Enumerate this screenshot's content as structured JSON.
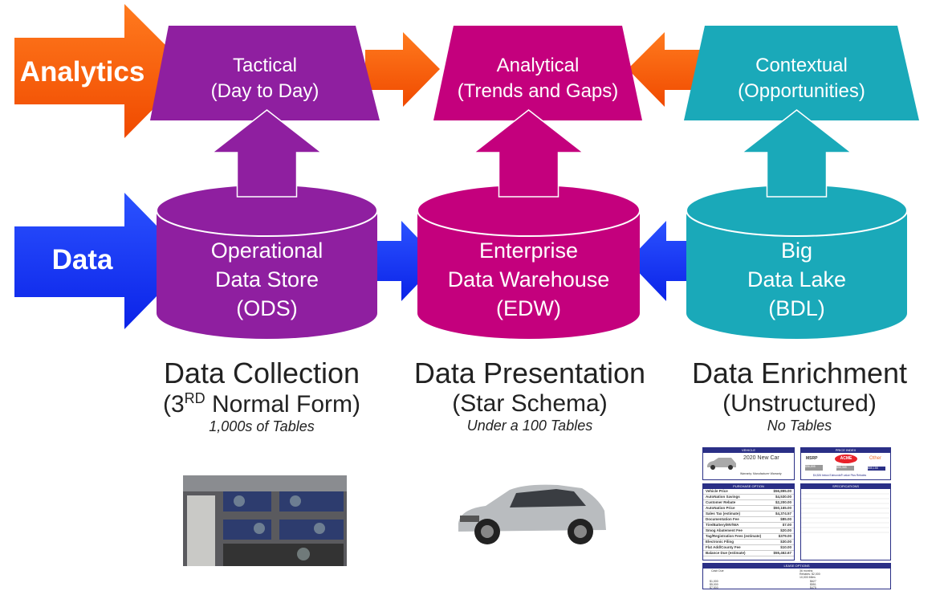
{
  "rows": {
    "analytics": "Analytics",
    "data": "Data"
  },
  "top": [
    {
      "line1": "Tactical",
      "line2": "(Day to Day)",
      "color": "#8f1fa0"
    },
    {
      "line1": "Analytical",
      "line2": "(Trends and Gaps)",
      "color": "#c4007d"
    },
    {
      "line1": "Contextual",
      "line2": "(Opportunities)",
      "color": "#1aa9b9"
    }
  ],
  "stores": [
    {
      "line1": "Operational",
      "line2": "Data Store",
      "line3": "(ODS)",
      "color": "#8f1fa0"
    },
    {
      "line1": "Enterprise",
      "line2": "Data Warehouse",
      "line3": "(EDW)",
      "color": "#c4007d"
    },
    {
      "line1": "Big",
      "line2": "Data Lake",
      "line3": "(BDL)",
      "color": "#1aa9b9"
    }
  ],
  "captions": [
    {
      "title": "Data Collection",
      "sub_pre": "(3",
      "sub_sup": "RD",
      "sub_post": " Normal Form)",
      "note": "1,000s of Tables"
    },
    {
      "title": "Data Presentation",
      "sub": "(Star Schema)",
      "note": "Under a 100 Tables"
    },
    {
      "title": "Data Enrichment",
      "sub": "(Unstructured)",
      "note": "No Tables"
    }
  ],
  "colors": {
    "analytics_arrow": "#f05a0a",
    "data_arrow": "#1533f0"
  },
  "document": {
    "vehicle_header": "VEHICLE",
    "car_title": "2020 New Car",
    "warranty": "Warranty: Manufacturer Warranty",
    "price_header": "PRICE INDEX",
    "msrp": "MSRP",
    "acme": "ACME",
    "other": "Other",
    "price_values": [
      "$56,895",
      "$55,365",
      "$55,155"
    ],
    "price_note": "$4,526 below Edmunds® value Plus Rebates",
    "purchase_header": "PURCHASE OPTION",
    "purchase_rows": [
      [
        "Vehicle Price",
        "$56,895.00"
      ],
      [
        "AutoNation Savings",
        "$4,530.00"
      ],
      [
        "Customer Rebate",
        "$2,200.00"
      ],
      [
        "AutoNation Price",
        "$50,165.00"
      ],
      [
        "Sales Tax (estimate)",
        "$4,374.57"
      ],
      [
        "Documentation Fee",
        "$85.00"
      ],
      [
        "Tire/Battery/MV/WA",
        "$7.00"
      ],
      [
        "Smog Abatement Fee",
        "$20.00"
      ],
      [
        "Tag/Registration Fees (estimate)",
        "$379.00"
      ],
      [
        "Electronic Filing",
        "$30.00"
      ],
      [
        "Flat Add/County Fee",
        "$10.00"
      ],
      [
        "Balance Due (estimate)",
        "$55,462.67"
      ]
    ],
    "spec_header": "SPECIFICATIONS",
    "lease_header": "LEASE OPTIONS",
    "lease_cash_due": "Cash Due",
    "lease_terms": "36 months",
    "lease_rebate": "Rebates: $2,000",
    "lease_miles": "10,000 Miles",
    "lease_rows": [
      [
        "$1,000",
        "$627"
      ],
      [
        "$5,000",
        "$551"
      ],
      [
        "$7,500",
        "$475"
      ]
    ]
  }
}
